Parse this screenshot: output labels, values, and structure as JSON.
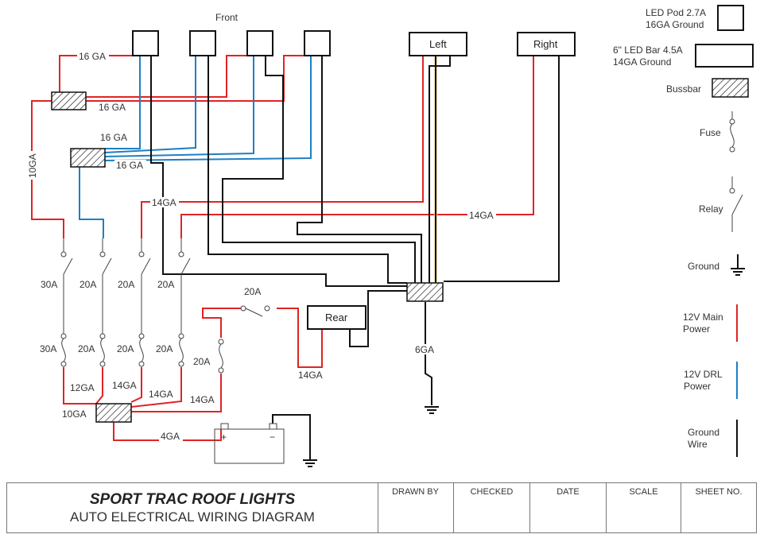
{
  "diagram": {
    "top_label": "Front",
    "left_light": "Left",
    "right_light": "Right",
    "rear_light": "Rear",
    "wire_labels": {
      "w16a": "16 GA",
      "w16b": "16 GA",
      "w16c": "16 GA",
      "w16d": "16 GA",
      "w10a": "10GA",
      "w14a": "14GA",
      "w14b": "14GA",
      "w14c": "14GA",
      "w14d": "14GA",
      "w14e": "14GA",
      "w14f": "14GA",
      "w12": "12GA",
      "w10b": "10GA",
      "w4": "4GA",
      "w6": "6GA"
    },
    "relay_ratings": [
      "30A",
      "20A",
      "20A",
      "20A"
    ],
    "fuse_ratings": [
      "30A",
      "20A",
      "20A",
      "20A"
    ],
    "extra_fuse": "20A",
    "rear_relay": "20A",
    "battery_plus": "+",
    "battery_minus": "−"
  },
  "legend": {
    "led_pod": [
      "LED Pod 2.7A",
      "16GA Ground"
    ],
    "led_bar": [
      "6\" LED Bar 4.5A",
      "14GA Ground"
    ],
    "bussbar": "Bussbar",
    "fuse": "Fuse",
    "relay": "Relay",
    "ground": "Ground",
    "main_power": [
      "12V Main",
      "Power"
    ],
    "drl_power": [
      "12V DRL",
      "Power"
    ],
    "ground_wire": [
      "Ground",
      "Wire"
    ],
    "colors": {
      "main": "#e02424",
      "drl": "#1f7fc4",
      "ground": "#111111"
    }
  },
  "title_block": {
    "title": "SPORT TRAC ROOF LIGHTS",
    "subtitle": "AUTO ELECTRICAL WIRING DIAGRAM",
    "columns": [
      "DRAWN BY",
      "CHECKED",
      "DATE",
      "SCALE",
      "SHEET NO."
    ]
  }
}
